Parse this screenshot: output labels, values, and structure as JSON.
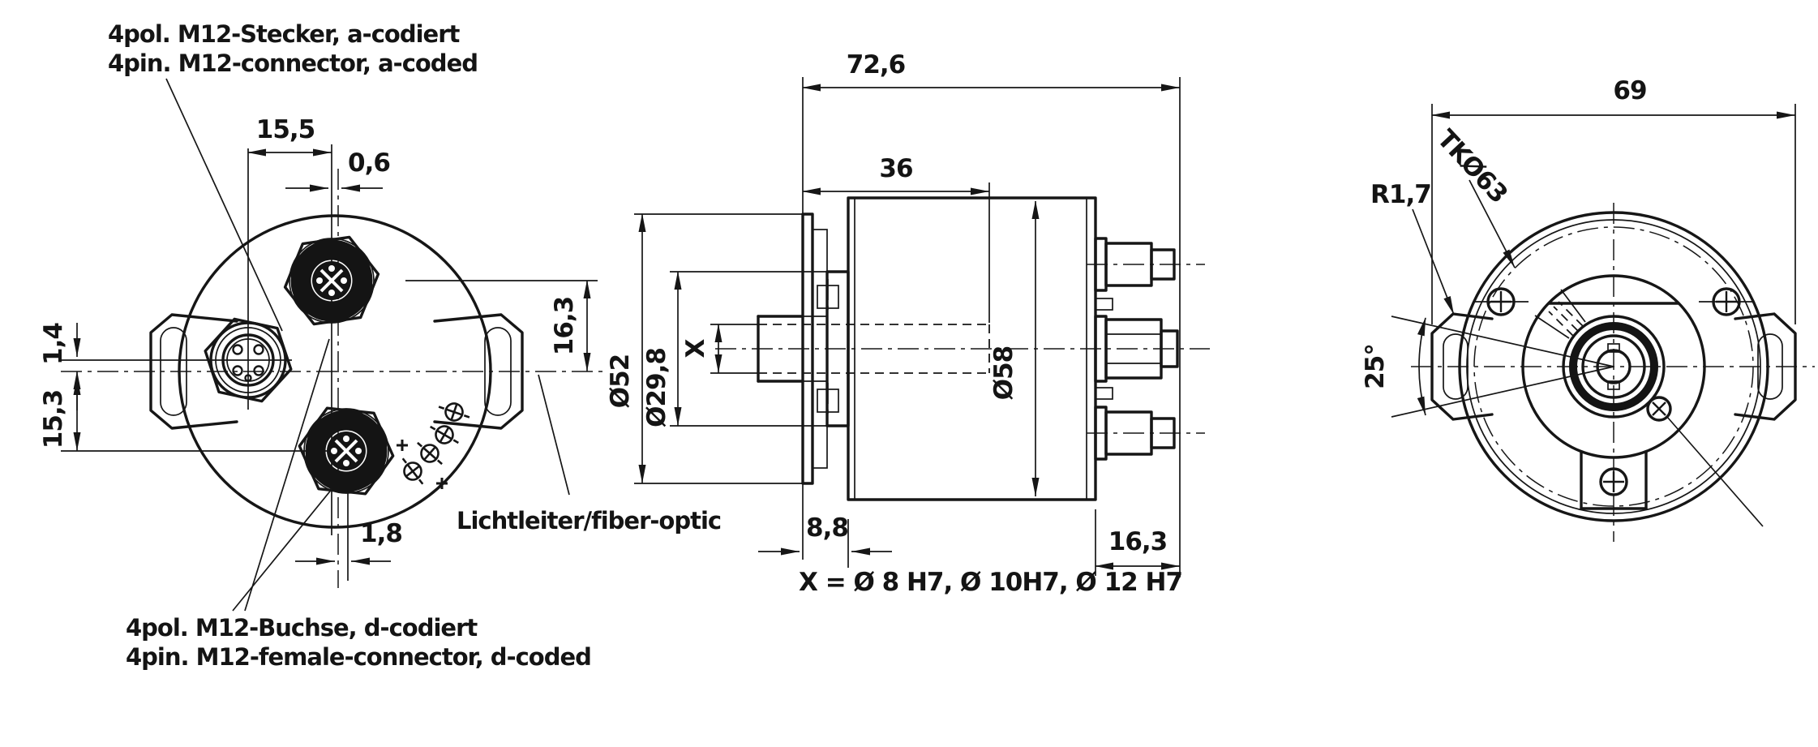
{
  "front_view": {
    "labels": {
      "connector_a_de": "4pol. M12-Stecker, a-codiert",
      "connector_a_en": "4pin. M12-connector, a-coded",
      "connector_d_de": "4pol. M12-Buchse, d-codiert",
      "connector_d_en": "4pin. M12-female-connector, d-coded",
      "fiber": "Lichtleiter/fiber-optic"
    },
    "dimensions": {
      "top_spacing": "15,5",
      "axis_offset": "0,6",
      "vertical_offset": "1,4",
      "bottom_spacing": "15,3",
      "bottom_offset": "1,8",
      "right_spacing": "16,3"
    }
  },
  "side_view": {
    "dimensions": {
      "total_length": "72,6",
      "bore_depth": "36",
      "flange_diameter": "Ø52",
      "hub_diameter": "Ø29,8",
      "shaft_bore": "X",
      "body_diameter": "Ø58",
      "flange_thickness": "8,8",
      "connector_length": "16,3"
    },
    "note": "X = Ø 8 H7, Ø 10H7, Ø 12 H7"
  },
  "rear_view": {
    "dimensions": {
      "overall_width": "69",
      "pitch_circle": "TKØ63",
      "ear_radius": "R1,7",
      "ear_angle": "25°"
    }
  }
}
